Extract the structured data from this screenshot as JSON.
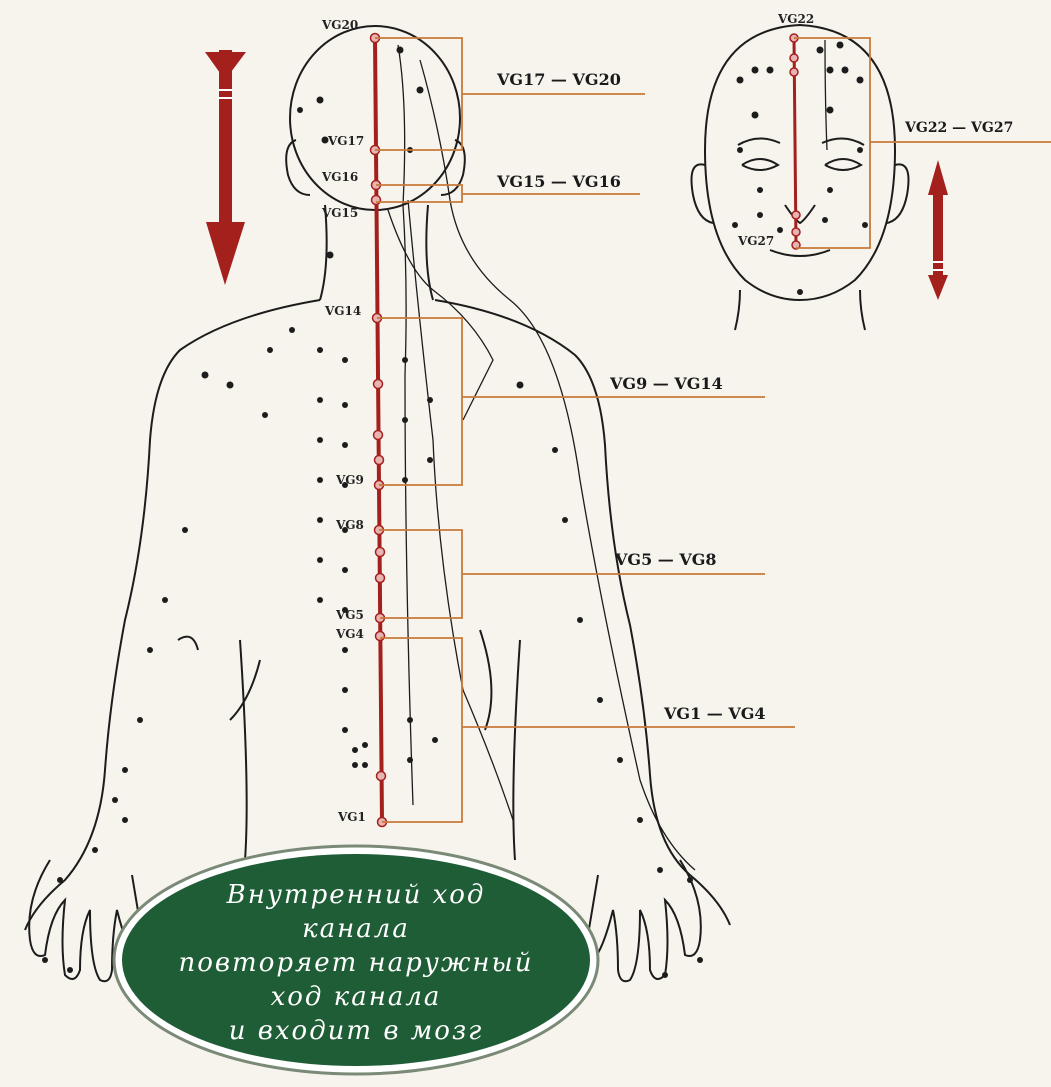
{
  "points_back": [
    "VG20",
    "VG17",
    "VG16",
    "VG15",
    "VG14",
    "VG9",
    "VG8",
    "VG5",
    "VG4",
    "VG1"
  ],
  "points_face": [
    "VG22",
    "VG27"
  ],
  "ranges": [
    "VG17 — VG20",
    "VG15 — VG16",
    "VG9 — VG14",
    "VG5 — VG8",
    "VG1 — VG4",
    "VG22 — VG27"
  ],
  "note_lines": [
    "Внутренний ход",
    "канала",
    "повторяет наружный",
    "ход канала",
    "и входит в мозг"
  ],
  "colors": {
    "channel": "#a3201d",
    "bracket": "#c77a3a",
    "note_fill": "#1f5d36",
    "outline": "#1c1c1c"
  },
  "arrows": {
    "back": "arrow-down-icon",
    "face": "arrow-up-icon"
  }
}
